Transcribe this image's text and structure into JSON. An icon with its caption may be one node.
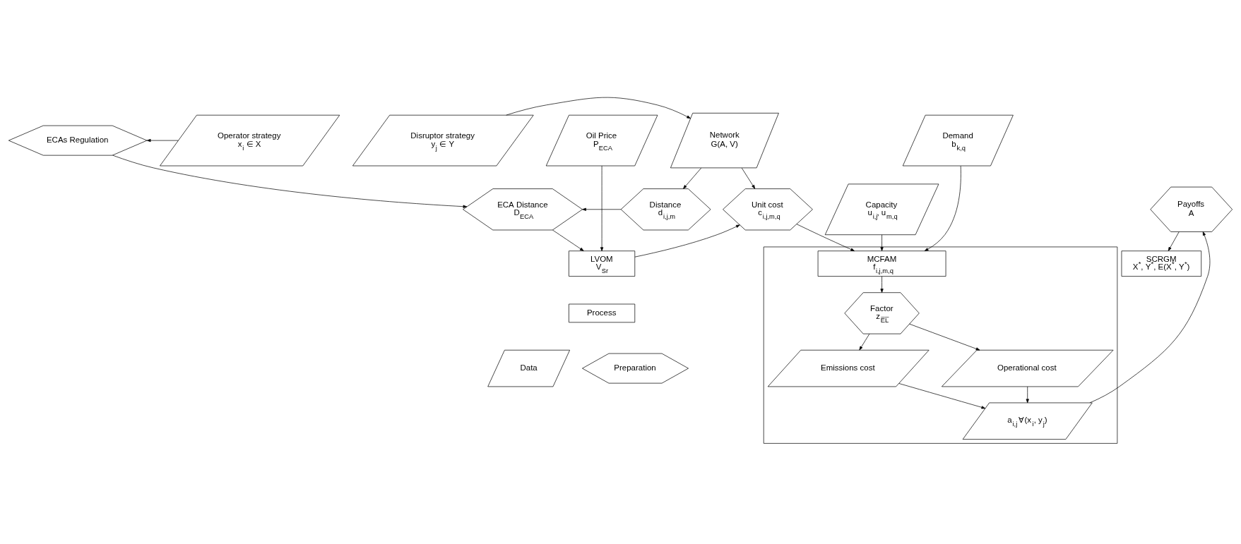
{
  "diagram": {
    "nodes": [
      {
        "text": [
          "Oil Price",
          "P$_{ECA}$"
        ]
      },
      {
        "text": [
          "ECAs Regulation"
        ]
      },
      {
        "text": [
          "Network",
          "G(A, V)"
        ]
      },
      {
        "text": [
          "Demand",
          "b$_{k,q}$"
        ]
      },
      {
        "text": [
          "Operator strategy",
          "x$_{i}$ ∈ X"
        ]
      },
      {
        "text": [
          "Disruptor strategy",
          "y$_{j}$ ∈ Y"
        ]
      },
      {
        "text": [
          "ECA Distance",
          "D$_{ECA}$"
        ]
      },
      {
        "text": [
          "Distance",
          "d$_{i,j,m}$"
        ]
      },
      {
        "text": [
          "Unit cost",
          "c$_{i,j,m,q}$"
        ]
      },
      {
        "text": [
          "Capacity",
          "u$_{i,j}$, u$_{m,q}$"
        ]
      },
      {
        "text": [
          "Payoffs",
          "A"
        ]
      },
      {
        "text": [
          "LVOM",
          "V$_{Sr}$"
        ]
      },
      {
        "text": [
          "MCFAM",
          "f$_{i,j,m,q}$"
        ]
      },
      {
        "text": [
          "Factor",
          "z$_{E̅L̅}$"
        ],
        "in": 12
      },
      {
        "text": [
          "Emissions cost"
        ],
        "in": 12
      },
      {
        "text": [
          "Operational cost"
        ],
        "in": 12
      },
      {
        "text": [
          "a$_{i,j}$ ∀(x$_{i}$, y$_{j}$)"
        ],
        "in": 12
      },
      {
        "text": [
          "SCRGM",
          "X$^{*}$, Y$^{*}$, E(X$^{*}$, Y$^{*}$)"
        ]
      },
      {
        "text": [
          "Process"
        ]
      },
      {
        "text": [
          "Data"
        ]
      },
      {
        "text": [
          "Preparation"
        ]
      }
    ],
    "edges": [
      {
        "from": 4,
        "to": 1,
        "arrow": "to"
      },
      {
        "from": 5,
        "to": 2,
        "arrow": "to"
      },
      {
        "from": 0,
        "to": 11,
        "arrow": "to"
      },
      {
        "from": 1,
        "to": 6,
        "arrow": "to"
      },
      {
        "from": 2,
        "to": 7,
        "arrow": "to"
      },
      {
        "from": 2,
        "to": 8,
        "arrow": "to"
      },
      {
        "from": 7,
        "to": 6,
        "arrow": "to"
      },
      {
        "from": 6,
        "to": 11,
        "arrow": "to"
      },
      {
        "from": 11,
        "to": 8,
        "arrow": "to"
      },
      {
        "from": 3,
        "to": 12,
        "arrow": "to"
      },
      {
        "from": 8,
        "to": 12,
        "arrow": "to"
      },
      {
        "from": 9,
        "to": 12,
        "arrow": "to"
      },
      {
        "from": 12,
        "to": 13,
        "arrow": "to"
      },
      {
        "from": 13,
        "to": 15,
        "arrow": "to"
      },
      {
        "from": 13,
        "to": 14,
        "arrow": "to"
      },
      {
        "from": 14,
        "to": 16,
        "arrow": "to"
      },
      {
        "from": 15,
        "to": 16,
        "arrow": "to"
      },
      {
        "from": 16,
        "to": 10,
        "arrow": "to"
      },
      {
        "from": 10,
        "to": 17,
        "arrow": "to"
      }
    ]
  }
}
